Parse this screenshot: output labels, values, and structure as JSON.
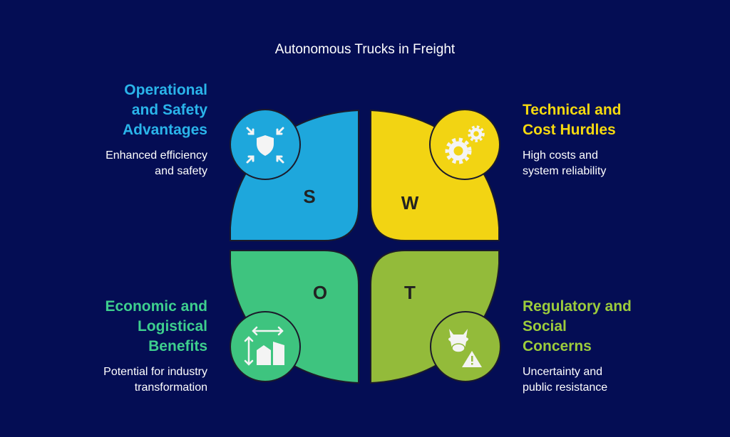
{
  "title": "Autonomous Trucks in Freight",
  "quadrants": {
    "s": {
      "letter": "S",
      "heading": "Operational\nand Safety\nAdvantages",
      "description": "Enhanced efficiency\nand safety",
      "color": "#1ea7dc",
      "text_color": "#2ab4ea",
      "icon": "shield-arrows-icon"
    },
    "w": {
      "letter": "W",
      "heading": "Technical and\nCost Hurdles",
      "description": "High costs and\nsystem reliability",
      "color": "#f2d413",
      "text_color": "#f5d90f",
      "icon": "gears-icon"
    },
    "o": {
      "letter": "O",
      "heading": "Economic and\nLogistical\nBenefits",
      "description": "Potential for industry\ntransformation",
      "color": "#3ec47f",
      "text_color": "#3ecf8e",
      "icon": "buildings-arrows-icon"
    },
    "t": {
      "letter": "T",
      "heading": "Regulatory and\nSocial\nConcerns",
      "description": "Uncertainty and\npublic resistance",
      "color": "#93bb3a",
      "text_color": "#9ccc3c",
      "icon": "cow-warning-icon"
    }
  }
}
